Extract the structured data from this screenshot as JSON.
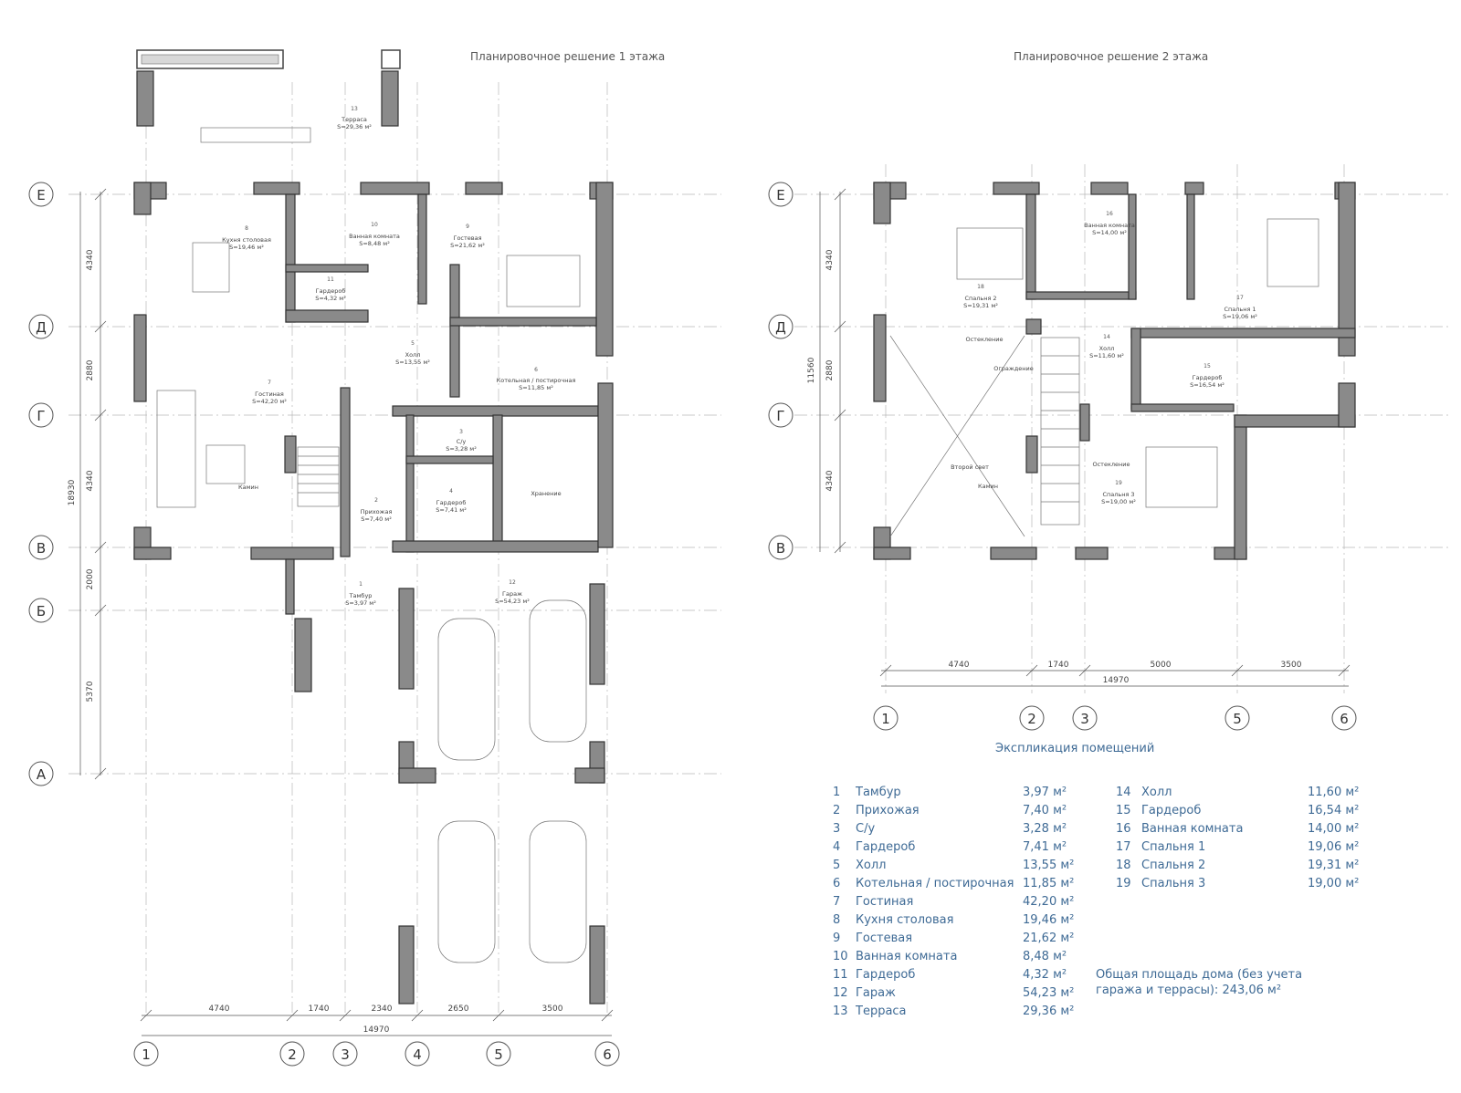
{
  "titles": {
    "floor1": "Планировочное решение 1 этажа",
    "floor2": "Планировочное решение 2 этажа",
    "legend": "Экспликация помещений"
  },
  "axes": {
    "rows": [
      "Е",
      "Д",
      "Г",
      "В",
      "Б",
      "А"
    ],
    "cols1": [
      "1",
      "2",
      "3",
      "4",
      "5",
      "6"
    ],
    "rows2": [
      "Е",
      "Д",
      "Г",
      "В"
    ],
    "cols2": [
      "1",
      "2",
      "3",
      "5",
      "6"
    ]
  },
  "dimensions": {
    "f1_vertical": [
      "4340",
      "2880",
      "4340",
      "2000",
      "5370"
    ],
    "f1_vertical_total": "18930",
    "f1_horizontal": [
      "4740",
      "1740",
      "2340",
      "2650",
      "3500"
    ],
    "f1_horizontal_total": "14970",
    "f2_vertical": [
      "4340",
      "2880",
      "4340"
    ],
    "f2_vertical_total": "11560",
    "f2_horizontal": [
      "4740",
      "1740",
      "5000",
      "3500"
    ],
    "f2_horizontal_total": "14970"
  },
  "rooms_f1": [
    {
      "num": "13",
      "name": "Терраса",
      "area": "S=29,36 м²"
    },
    {
      "num": "8",
      "name": "Кухня столовая",
      "area": "S=19,46 м²"
    },
    {
      "num": "10",
      "name": "Ванная комната",
      "area": "S=8,48 м²"
    },
    {
      "num": "9",
      "name": "Гостевая",
      "area": "S=21,62 м²"
    },
    {
      "num": "11",
      "name": "Гардероб",
      "area": "S=4,32 м²"
    },
    {
      "num": "5",
      "name": "Холл",
      "area": "S=13,55 м²"
    },
    {
      "num": "6",
      "name": "Котельная / постирочная",
      "area": "S=11,85 м²"
    },
    {
      "num": "7",
      "name": "Гостиная",
      "area": "S=42,20 м²"
    },
    {
      "num": "3",
      "name": "С/у",
      "area": "S=3,28 м²"
    },
    {
      "num": "4",
      "name": "Гардероб",
      "area": "S=7,41 м²"
    },
    {
      "num": "2",
      "name": "Прихожая",
      "area": "S=7,40 м²"
    },
    {
      "num": "1",
      "name": "Тамбур",
      "area": "S=3,97 м²"
    },
    {
      "num": "12",
      "name": "Гараж",
      "area": "S=54,23 м²"
    }
  ],
  "labels_f1": {
    "fireplace": "Камин",
    "storage": "Хранение"
  },
  "rooms_f2": [
    {
      "num": "16",
      "name": "Ванная комната",
      "area": "S=14,00 м²"
    },
    {
      "num": "18",
      "name": "Спальня 2",
      "area": "S=19,31 м²"
    },
    {
      "num": "17",
      "name": "Спальня 1",
      "area": "S=19,06 м²"
    },
    {
      "num": "14",
      "name": "Холл",
      "area": "S=11,60 м²"
    },
    {
      "num": "15",
      "name": "Гардероб",
      "area": "S=16,54 м²"
    },
    {
      "num": "19",
      "name": "Спальня 3",
      "area": "S=19,00 м²"
    }
  ],
  "labels_f2": {
    "glazing": "Остекление",
    "railing": "Ограждение",
    "second_light": "Второй свет",
    "fireplace": "Камин"
  },
  "legend": {
    "left": [
      {
        "n": "1",
        "name": "Тамбур",
        "area": "3,97 м²"
      },
      {
        "n": "2",
        "name": "Прихожая",
        "area": "7,40 м²"
      },
      {
        "n": "3",
        "name": "С/у",
        "area": "3,28 м²"
      },
      {
        "n": "4",
        "name": "Гардероб",
        "area": "7,41 м²"
      },
      {
        "n": "5",
        "name": "Холл",
        "area": "13,55 м²"
      },
      {
        "n": "6",
        "name": "Котельная / постирочная",
        "area": "11,85 м²"
      },
      {
        "n": "7",
        "name": "Гостиная",
        "area": "42,20 м²"
      },
      {
        "n": "8",
        "name": "Кухня столовая",
        "area": "19,46 м²"
      },
      {
        "n": "9",
        "name": "Гостевая",
        "area": "21,62 м²"
      },
      {
        "n": "10",
        "name": "Ванная комната",
        "area": "8,48 м²"
      },
      {
        "n": "11",
        "name": "Гардероб",
        "area": "4,32 м²"
      },
      {
        "n": "12",
        "name": "Гараж",
        "area": "54,23 м²"
      },
      {
        "n": "13",
        "name": "Терраса",
        "area": "29,36 м²"
      }
    ],
    "right": [
      {
        "n": "14",
        "name": "Холл",
        "area": "11,60 м²"
      },
      {
        "n": "15",
        "name": "Гардероб",
        "area": "16,54 м²"
      },
      {
        "n": "16",
        "name": "Ванная комната",
        "area": "14,00 м²"
      },
      {
        "n": "17",
        "name": "Спальня 1",
        "area": "19,06 м²"
      },
      {
        "n": "18",
        "name": "Спальня 2",
        "area": "19,31 м²"
      },
      {
        "n": "19",
        "name": "Спальня 3",
        "area": "19,00 м²"
      }
    ],
    "total_line1": "Общая площадь дома (без учета",
    "total_line2": "гаража и террасы):   243,06 м²"
  },
  "colors": {
    "wall": "#8a8a8a",
    "legend_text": "#3e6a95",
    "grid": "#b8b8b8"
  }
}
